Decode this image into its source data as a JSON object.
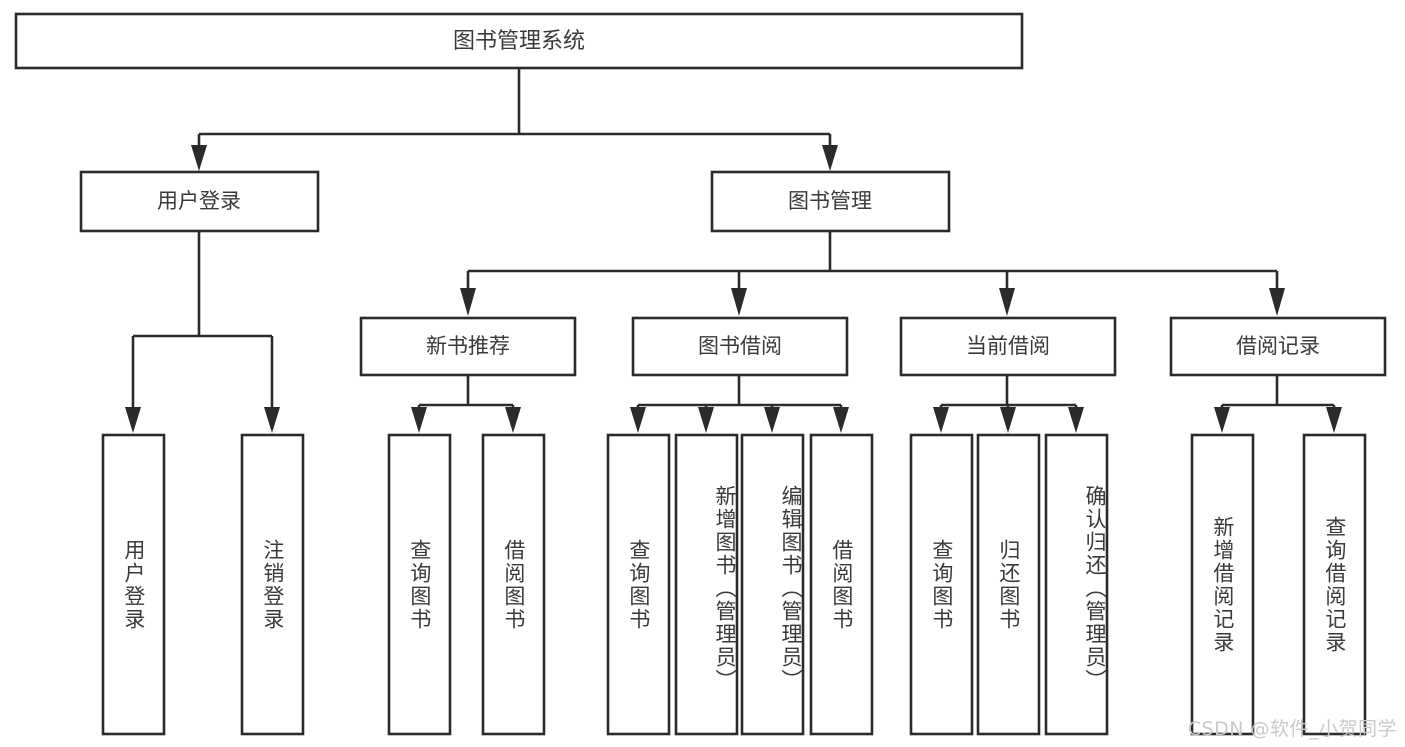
{
  "diagram": {
    "type": "tree-hierarchy",
    "title": "图书管理系统",
    "watermark": "CSDN @软件_小贺同学",
    "colors": {
      "stroke": "#2b2b2b",
      "box_fill": "#ffffff",
      "text": "#3a3a3a",
      "background": "#ffffff",
      "watermark": "#c9c9c9"
    },
    "root": {
      "label": "图书管理系统"
    },
    "level2": [
      {
        "label": "用户登录"
      },
      {
        "label": "图书管理"
      }
    ],
    "level3": [
      {
        "label": "新书推荐"
      },
      {
        "label": "图书借阅"
      },
      {
        "label": "当前借阅"
      },
      {
        "label": "借阅记录"
      }
    ],
    "leaves": {
      "user_login": [
        {
          "label": "用户登录"
        },
        {
          "label": "注销登录"
        }
      ],
      "new_book": [
        {
          "label": "查询图书"
        },
        {
          "label": "借阅图书"
        }
      ],
      "book_borrow": [
        {
          "label": "查询图书"
        },
        {
          "label": "新增图书（管理员）"
        },
        {
          "label": "编辑图书（管理员）"
        },
        {
          "label": "借阅图书"
        }
      ],
      "current_borrow": [
        {
          "label": "查询图书"
        },
        {
          "label": "归还图书"
        },
        {
          "label": "确认归还（管理员）"
        }
      ],
      "borrow_record": [
        {
          "label": "新增借阅记录"
        },
        {
          "label": "查询借阅记录"
        }
      ]
    }
  }
}
